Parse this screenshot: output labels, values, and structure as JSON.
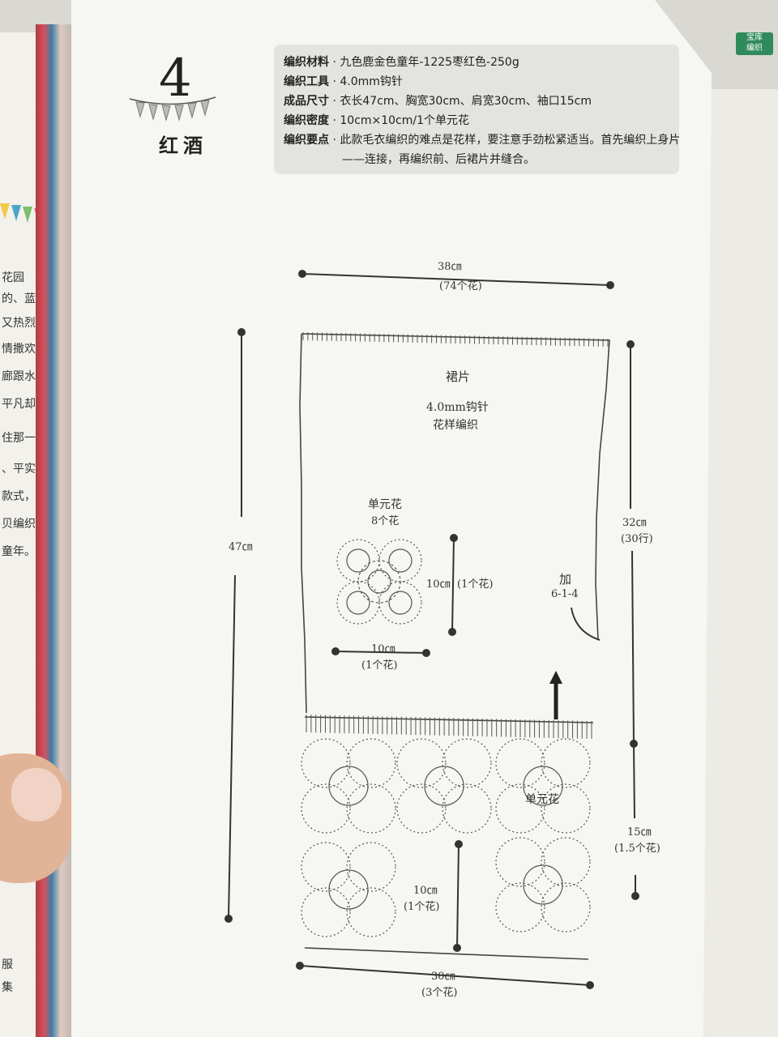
{
  "left_page": {
    "fragments": [
      "花园",
      "的、蓝",
      "又热烈",
      "情撒欢",
      "廊跟水",
      "平凡却",
      "住那一",
      "、平实",
      "款式，",
      "贝编织",
      "童年。",
      "服",
      "集"
    ]
  },
  "logo": {
    "line1": "宝库",
    "line2": "编织"
  },
  "pattern": {
    "number": "4",
    "title": "红酒"
  },
  "info": {
    "materials": {
      "label": "编织材料",
      "value": "九色鹿金色童年-1225枣红色-250g"
    },
    "tools": {
      "label": "编织工具",
      "value": "4.0mm钩针"
    },
    "size": {
      "label": "成品尺寸",
      "value": "衣长47cm、胸宽30cm、肩宽30cm、袖口15cm"
    },
    "gauge": {
      "label": "编织密度",
      "value": "10cm×10cm/1个单元花"
    },
    "notes": {
      "label": "编织要点",
      "value": "此款毛衣编织的难点是花样，要注意手劲松紧适当。首先编织上身片的单元花",
      "value2": "——连接，再编织前、后裙片并缝合。"
    }
  },
  "diagram": {
    "top_width": "38㎝",
    "top_width_count": "(74个花)",
    "total_length": "47㎝",
    "skirt_label": "裙片",
    "hook_label": "4.0mm钩针",
    "stitch_label": "花样编织",
    "right_length": "32㎝",
    "right_rows": "(30行)",
    "motif_label": "单元花",
    "motif_count": "8个花",
    "motif_height": "10㎝",
    "motif_height_count": "(1个花)",
    "motif_width": "10㎝",
    "motif_width_count": "(1个花)",
    "increase_label": "加",
    "increase_rule": "6-1-4",
    "bottom_motif_label": "单元花",
    "bottom_height": "15㎝",
    "bottom_height_count": "(1.5个花)",
    "inner_height": "10㎝",
    "inner_height_count": "(1个花)",
    "bottom_width": "30㎝",
    "bottom_width_count": "(3个花)"
  }
}
